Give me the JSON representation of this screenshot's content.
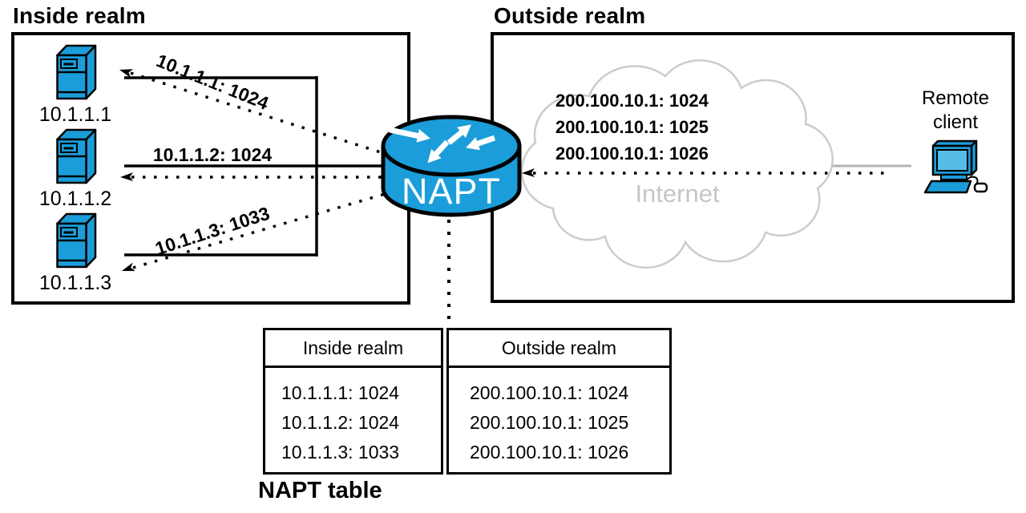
{
  "inside_realm": {
    "title": "Inside realm",
    "servers": [
      {
        "ip": "10.1.1.1"
      },
      {
        "ip": "10.1.1.2"
      },
      {
        "ip": "10.1.1.3"
      }
    ],
    "flow_labels": [
      "10.1.1.1: 1024",
      "10.1.1.2: 1024",
      "10.1.1.3: 1033"
    ]
  },
  "router": {
    "label": "NAPT"
  },
  "outside_realm": {
    "title": "Outside realm",
    "flow_labels": [
      "200.100.10.1: 1024",
      "200.100.10.1: 1025",
      "200.100.10.1: 1026"
    ],
    "cloud_label": "Internet",
    "remote_client_label": "Remote client"
  },
  "napt_table": {
    "caption": "NAPT table",
    "columns": [
      "Inside realm",
      "Outside realm"
    ],
    "rows": [
      {
        "inside": "10.1.1.1: 1024",
        "outside": "200.100.10.1: 1024"
      },
      {
        "inside": "10.1.1.2: 1024",
        "outside": "200.100.10.1: 1025"
      },
      {
        "inside": "10.1.1.3: 1033",
        "outside": "200.100.10.1: 1026"
      }
    ]
  },
  "colors": {
    "device_blue": "#1B9DD9",
    "screen_blue": "#56BDE8",
    "cloud_stroke": "#cccccc",
    "link_gray": "#b3b3b3",
    "line_black": "#000000"
  }
}
